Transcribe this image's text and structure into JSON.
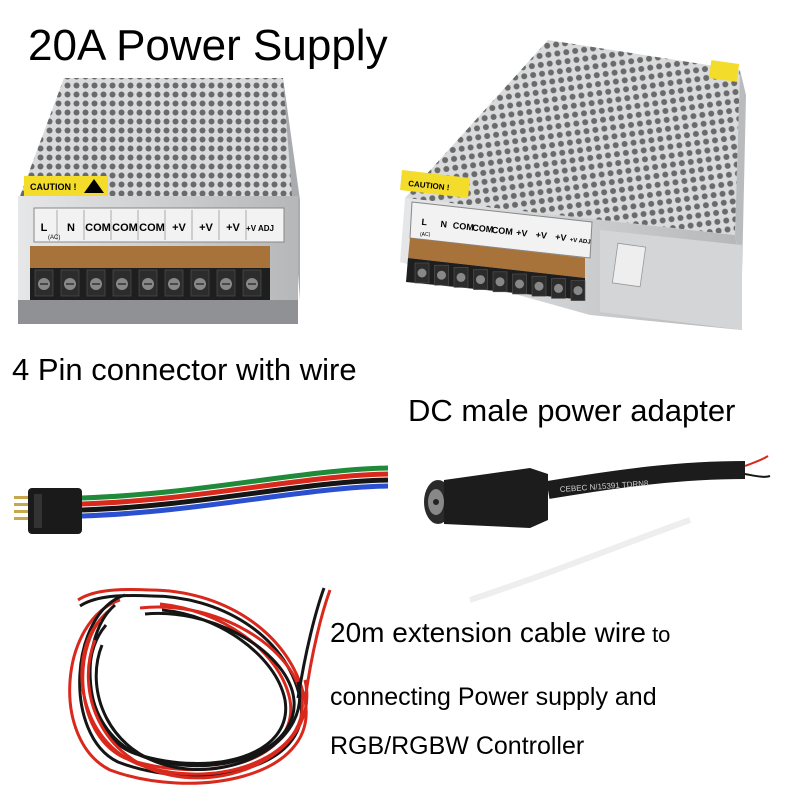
{
  "captions": {
    "title": "20A Power Supply",
    "pin_connector": "4 Pin connector with wire",
    "dc_adapter": "DC male power adapter",
    "extension_line_main": "20m extension cable wire",
    "extension_line_suffix": " to",
    "extension_line2": "connecting Power supply and",
    "extension_line3": "RGB/RGBW Controller"
  },
  "psu_left": {
    "caution": "CAUTION !",
    "terminals": [
      "L",
      "N",
      "COM",
      "COM",
      "COM",
      "+V",
      "+V",
      "+V",
      "+V ADJ"
    ],
    "ac_label": "(AC)"
  },
  "psu_right": {
    "caution": "CAUTION !",
    "terminals": [
      "L",
      "N",
      "COM",
      "COM",
      "COM",
      "+V",
      "+V",
      "+V",
      "+V ADJ"
    ],
    "ac_label": "(AC)"
  },
  "dc_plug": {
    "cable_print": "CEBEC  N/15391  TDRN8"
  },
  "colors": {
    "metal": "#c9cbcd",
    "caution_yellow": "#f3dc2a",
    "terminal_bronze": "#a8733a",
    "wire_red": "#d9281c",
    "wire_black": "#151515",
    "wire_green": "#1f8a3a",
    "wire_blue": "#2a4fd0"
  }
}
